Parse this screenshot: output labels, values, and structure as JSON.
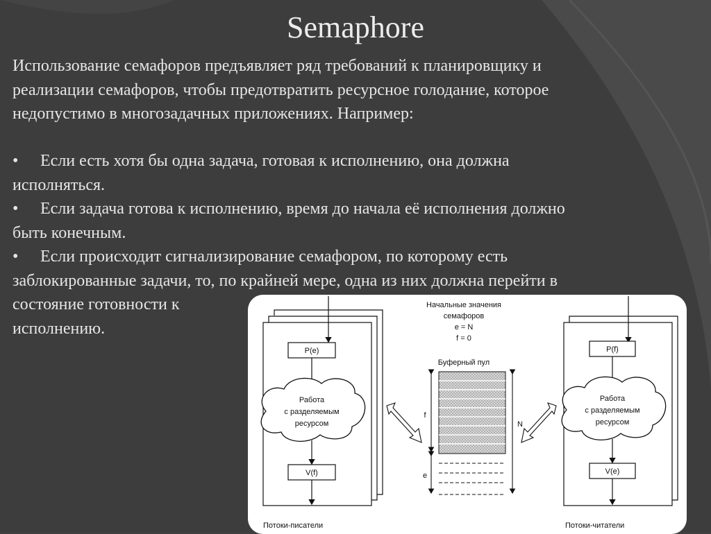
{
  "slide": {
    "title": "Semaphore",
    "paragraph_lines": [
      "Использование семафоров предъявляет ряд требований к планировщику и",
      "реализации семафоров, чтобы предотвратить ресурсное голодание, которое",
      "недопустимо в многозадачных приложениях. Например:"
    ],
    "bullets": [
      {
        "symbol": "•",
        "lines": [
          "Если есть хотя бы одна задача, готовая к исполнению, она должна",
          "исполняться."
        ]
      },
      {
        "symbol": "•",
        "lines": [
          "Если задача готова к исполнению, время до начала её исполнения должно",
          "быть конечным."
        ]
      },
      {
        "symbol": "•",
        "lines": [
          "Если происходит сигнализирование семафором, по которому есть",
          "заблокированные задачи, то, по крайней мере, одна из них должна перейти в",
          "состояние готовности к",
          "исполнению."
        ]
      }
    ]
  },
  "diagram": {
    "initial_values": [
      "Начальные значения",
      "семафоров",
      "e = N",
      "f = 0"
    ],
    "buffer_label": "Буферный пул",
    "f_label": "f",
    "e_label": "e",
    "n_label": "N",
    "writers": {
      "p_op": "P(e)",
      "work_lines": [
        "Работа",
        "с разделяемым",
        "ресурсом"
      ],
      "v_op": "V(f)",
      "caption": "Потоки-писатели"
    },
    "readers": {
      "p_op": "P(f)",
      "work_lines": [
        "Работа",
        "с разделяемым",
        "ресурсом"
      ],
      "v_op": "V(e)",
      "caption": "Потоки-читатели"
    }
  }
}
